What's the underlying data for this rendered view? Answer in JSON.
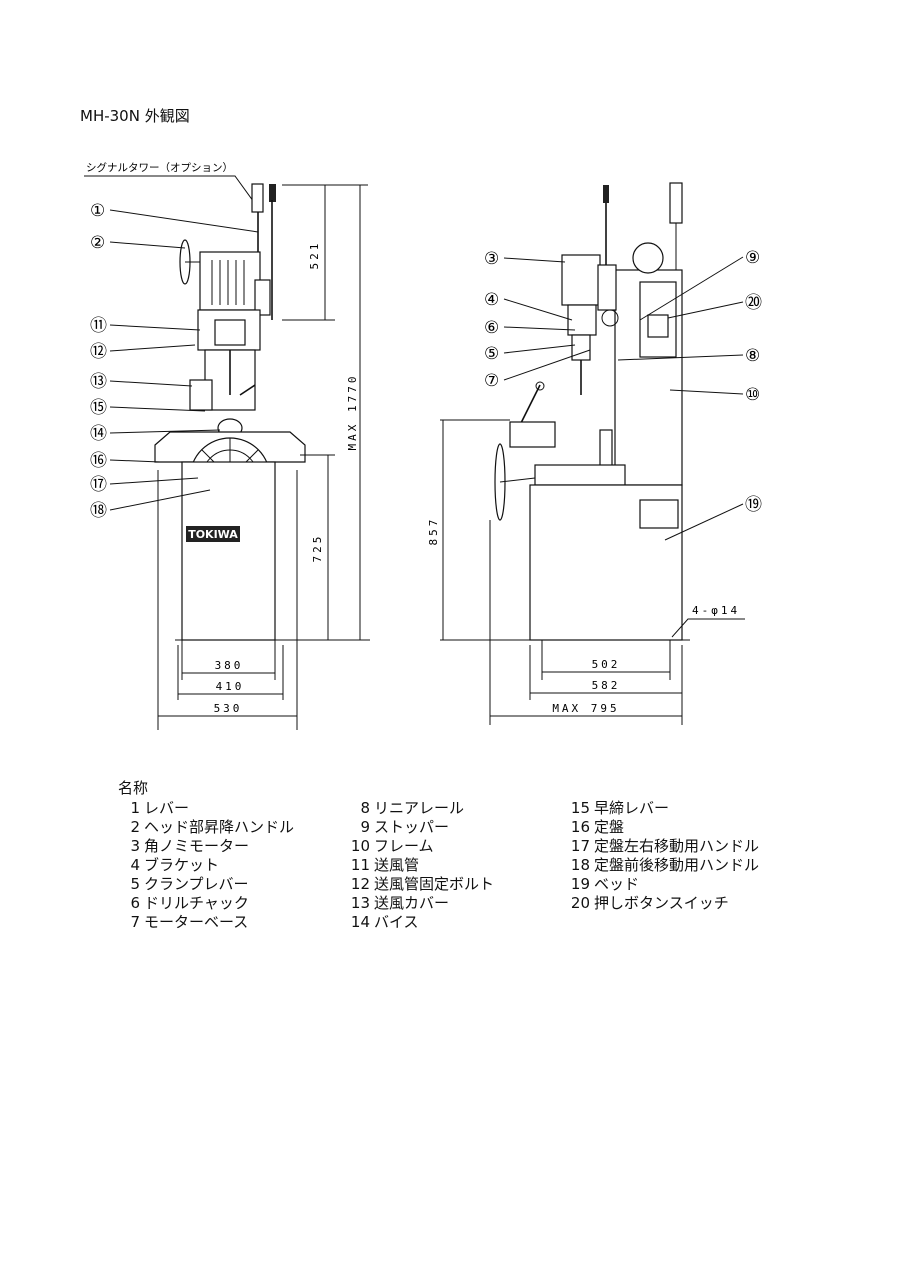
{
  "title": "MH-30N  外観図",
  "signal_tower_label": "シグナルタワー（オプション）",
  "logo": "TOKIWA",
  "callouts_left": [
    "①",
    "②",
    "⑪",
    "⑫",
    "⑬",
    "⑮",
    "⑭",
    "⑯",
    "⑰",
    "⑱"
  ],
  "callouts_right": [
    "③",
    "④",
    "⑥",
    "⑤",
    "⑦",
    "⑨",
    "⑳",
    "⑧",
    "⑩",
    "⑲"
  ],
  "dimensions": {
    "left": {
      "d521": "521",
      "max1770": "MAX 1770",
      "d725": "725",
      "d380": "380",
      "d410": "410",
      "d530": "530"
    },
    "right": {
      "d857": "857",
      "d502": "502",
      "d582": "582",
      "max795": "MAX 795",
      "holes": "4-φ14"
    }
  },
  "parts_list": {
    "heading": "名称",
    "items": [
      {
        "no": "1",
        "name": "レバー"
      },
      {
        "no": "2",
        "name": "ヘッド部昇降ハンドル"
      },
      {
        "no": "3",
        "name": "角ノミモーター"
      },
      {
        "no": "4",
        "name": "ブラケット"
      },
      {
        "no": "5",
        "name": "クランプレバー"
      },
      {
        "no": "6",
        "name": "ドリルチャック"
      },
      {
        "no": "7",
        "name": "モーターベース"
      },
      {
        "no": "8",
        "name": "リニアレール"
      },
      {
        "no": "9",
        "name": "ストッパー"
      },
      {
        "no": "10",
        "name": "フレーム"
      },
      {
        "no": "11",
        "name": "送風管"
      },
      {
        "no": "12",
        "name": "送風管固定ボルト"
      },
      {
        "no": "13",
        "name": "送風カバー"
      },
      {
        "no": "14",
        "name": "バイス"
      },
      {
        "no": "15",
        "name": "早締レバー"
      },
      {
        "no": "16",
        "name": "定盤"
      },
      {
        "no": "17",
        "name": "定盤左右移動用ハンドル"
      },
      {
        "no": "18",
        "name": "定盤前後移動用ハンドル"
      },
      {
        "no": "19",
        "name": "ベッド"
      },
      {
        "no": "20",
        "name": "押しボタンスイッチ"
      }
    ]
  }
}
